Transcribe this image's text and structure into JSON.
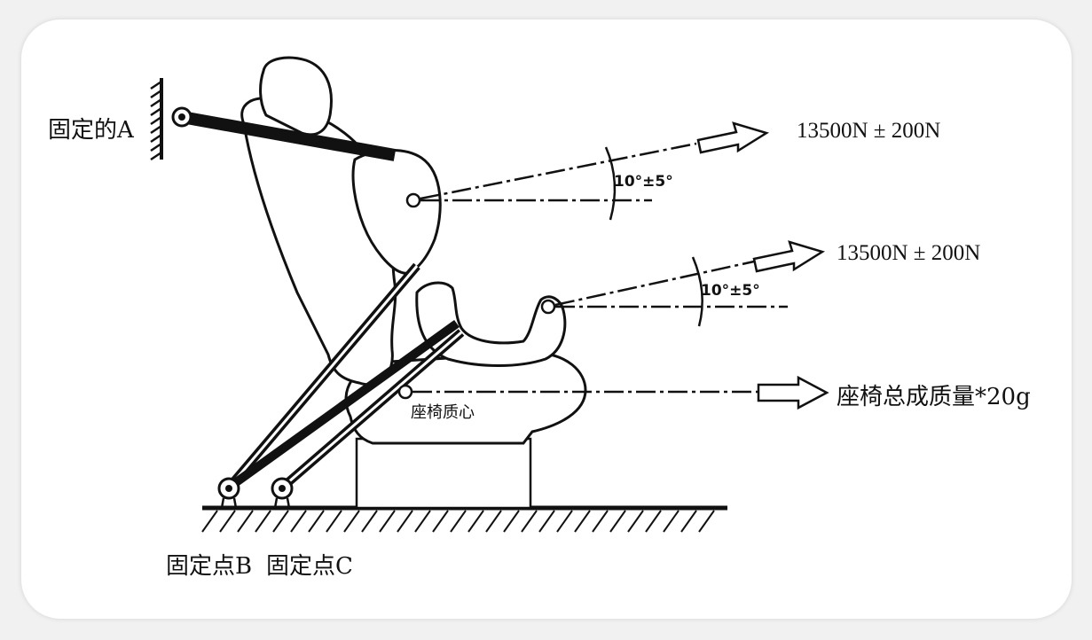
{
  "labels": {
    "anchor_a": "固定的A",
    "anchor_b": "固定点B",
    "anchor_c": "固定点C",
    "force_upper": "13500N ± 200N",
    "force_lower": "13500N ± 200N",
    "angle_upper": "10°±5°",
    "angle_lower": "10°±5°",
    "cog_label": "座椅质心",
    "cog_force": "座椅总成质量*20g"
  },
  "colors": {
    "line": "#111111",
    "background": "#ffffff"
  }
}
